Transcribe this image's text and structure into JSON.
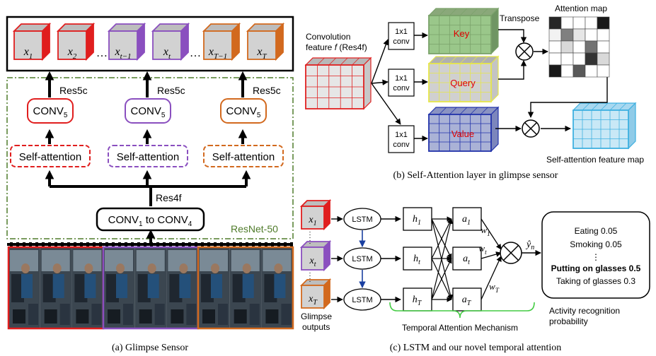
{
  "panel_a": {
    "caption": "(a) Glimpse Sensor",
    "frames": [
      {
        "label": "x",
        "sub": "1",
        "color": "#e01e1e"
      },
      {
        "label": "x",
        "sub": "2",
        "color": "#e01e1e"
      },
      {
        "label": "x",
        "sub": "t−1",
        "color": "#8a4fbf"
      },
      {
        "label": "x",
        "sub": "t",
        "color": "#8a4fbf"
      },
      {
        "label": "x",
        "sub": "T−1",
        "color": "#d2691e"
      },
      {
        "label": "x",
        "sub": "T",
        "color": "#d2691e"
      }
    ],
    "ellipsis": "…",
    "res5c_label": "Res5c",
    "conv5_main": "CONV",
    "conv5_sub": "5",
    "self_attention_label": "Self-attention",
    "res4f_label": "Res4f",
    "conv_range": {
      "a": "CONV",
      "a_sub": "1",
      "mid": " to CONV",
      "b_sub": "4"
    },
    "resnet_label": "ResNet-50",
    "colors": {
      "red": "#e01e1e",
      "purple": "#8a4fbf",
      "orange": "#d2691e",
      "green": "#4f7b2a"
    }
  },
  "panel_b": {
    "caption": "(b) Self-Attention layer in glimpse sensor",
    "input_label_1": "Convolution",
    "input_label_2": "feature",
    "input_label_f": "f",
    "input_label_3": "(Res4f)",
    "conv_1x1_line1": "1x1",
    "conv_1x1_line2": "conv",
    "key_label": "Key",
    "query_label": "Query",
    "value_label": "Value",
    "transpose_label": "Transpose",
    "attention_map_label": "Attention map",
    "output_label": "Self-attention feature map",
    "attention_cells": [
      [
        0.85,
        0.0,
        0.0,
        0.0,
        0.9
      ],
      [
        0.05,
        0.5,
        0.1,
        0.0,
        0.0
      ],
      [
        0.0,
        0.15,
        0.0,
        0.55,
        0.0
      ],
      [
        0.0,
        0.0,
        0.0,
        0.8,
        0.15
      ],
      [
        0.9,
        0.0,
        0.65,
        0.0,
        0.0
      ]
    ],
    "colors": {
      "key": "#7aa26a",
      "query": "#e6e64a",
      "value": "#2233aa",
      "input": "#e02020",
      "output": "#3fb0e0"
    }
  },
  "panel_c": {
    "caption": "(c) LSTM and our novel temporal attention",
    "inputs": [
      {
        "label": "x",
        "sub": "1",
        "color": "#e01e1e"
      },
      {
        "label": "x",
        "sub": "t",
        "color": "#8a4fbf"
      },
      {
        "label": "x",
        "sub": "T",
        "color": "#d2691e"
      }
    ],
    "glimpse_outputs_1": "Glimpse",
    "glimpse_outputs_2": "outputs",
    "lstm_label": "LSTM",
    "h_nodes": [
      {
        "label": "h",
        "sub": "1"
      },
      {
        "label": "h",
        "sub": "t"
      },
      {
        "label": "h",
        "sub": "T"
      }
    ],
    "a_nodes": [
      {
        "label": "a",
        "sub": "1"
      },
      {
        "label": "a",
        "sub": "t"
      },
      {
        "label": "a",
        "sub": "T"
      }
    ],
    "w_nodes": [
      {
        "label": "w",
        "sub": "1"
      },
      {
        "label": "w",
        "sub": "t"
      },
      {
        "label": "w",
        "sub": "T"
      }
    ],
    "y_label": "ŷ",
    "y_sub": "n",
    "temporal_label": "Temporal Attention Mechanism",
    "activities": [
      {
        "name": "Eating",
        "prob": "0.05",
        "bold": false
      },
      {
        "name": "Smoking",
        "prob": "0.05",
        "bold": false
      },
      {
        "name": "⋮",
        "prob": "",
        "bold": false
      },
      {
        "name": "Putting on glasses",
        "prob": "0.5",
        "bold": true
      },
      {
        "name": "Taking of glasses",
        "prob": "0.3",
        "bold": false
      }
    ],
    "prob_label_1": "Activity recognition",
    "prob_label_2": "probability",
    "colors": {
      "lstm_arrow": "#1a3fa0",
      "bracket": "#44cc44"
    }
  }
}
